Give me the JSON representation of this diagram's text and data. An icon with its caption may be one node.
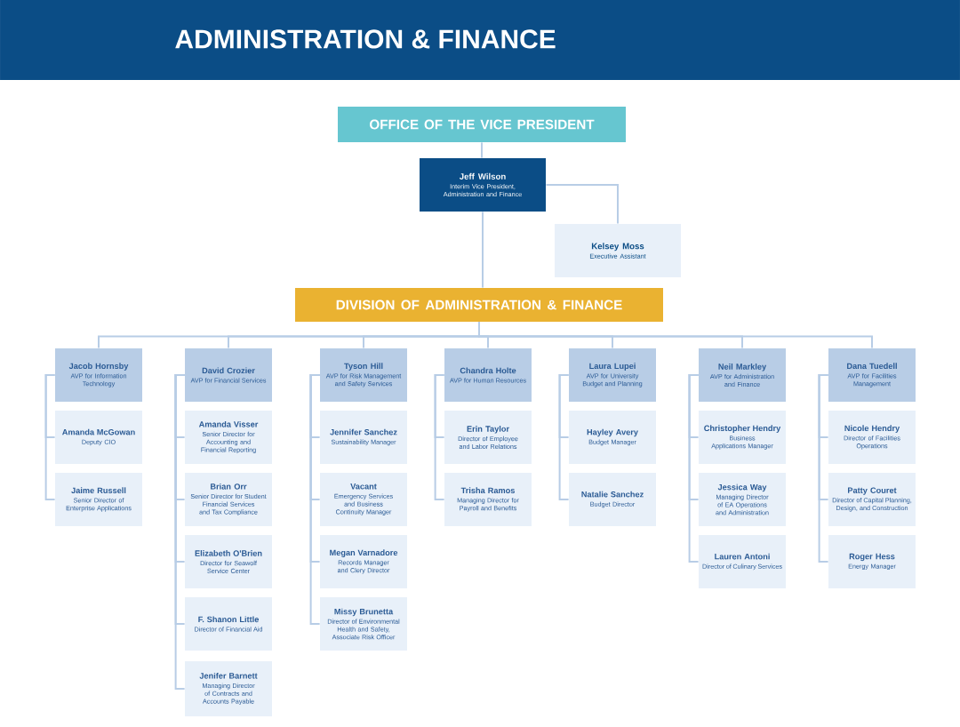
{
  "diagram": {
    "title": "ADMINISTRATION & FINANCE",
    "nodes": [
      {
        "text": [
          "OFFICE OF THE VICE PRESIDENT"
        ]
      },
      {
        "text": [
          "Jeff Wilson",
          "Interim Vice President, Administration and Finance"
        ]
      },
      {
        "text": [
          "Kelsey Moss",
          "Executive Assistant"
        ]
      },
      {
        "text": [
          "DIVISION OF ADMINISTRATION & FINANCE"
        ]
      },
      {
        "text": [
          "Jacob Hornsby",
          "AVP for Information Technology"
        ]
      },
      {
        "text": [
          "Amanda McGowan",
          "Deputy CIO"
        ]
      },
      {
        "text": [
          "Jaime Russell",
          "Senior Director of Enterprise Applications"
        ]
      },
      {
        "text": [
          "David Crozier",
          "AVP for Financial Services"
        ]
      },
      {
        "text": [
          "Amanda Visser",
          "Senior Director for Accounting and Financial Reporting"
        ]
      },
      {
        "text": [
          "Brian Orr",
          "Senior Director for Student Financial Services and Tax Compliance"
        ]
      },
      {
        "text": [
          "Elizabeth O'Brien",
          "Director for Seawolf Service Center"
        ]
      },
      {
        "text": [
          "F. Shanon Little",
          "Director of Financial Aid"
        ]
      },
      {
        "text": [
          "Jenifer Barnett",
          "Managing Director of Contracts and Accounts Payable"
        ]
      },
      {
        "text": [
          "Tyson Hill",
          "AVP for Risk Management and Safety Services"
        ]
      },
      {
        "text": [
          "Jennifer Sanchez",
          "Sustainability Manager"
        ]
      },
      {
        "text": [
          "Vacant",
          "Emergency Services and Business Continuity Manager"
        ]
      },
      {
        "text": [
          "Megan Varnadore",
          "Records Manager and Clery Director"
        ]
      },
      {
        "text": [
          "Missy Brunetta",
          "Director of Environmental Health and Safety, Associate Risk Officer"
        ]
      },
      {
        "text": [
          "Chandra Holte",
          "AVP for Human Resources"
        ]
      },
      {
        "text": [
          "Erin Taylor",
          "Director of Employee and Labor Relations"
        ]
      },
      {
        "text": [
          "Trisha Ramos",
          "Managing Director for Payroll and Benefits"
        ]
      },
      {
        "text": [
          "Laura Lupei",
          "AVP for University Budget and Planning"
        ]
      },
      {
        "text": [
          "Hayley Avery",
          "Budget Manager"
        ]
      },
      {
        "text": [
          "Natalie Sanchez",
          "Budget Director"
        ]
      },
      {
        "text": [
          "Neil Markley",
          "AVP for Administration and Finance"
        ]
      },
      {
        "text": [
          "Christopher Hendry",
          "Business Applications Manager"
        ]
      },
      {
        "text": [
          "Jessica Way",
          "Managing Director of EA Operations and Administration"
        ]
      },
      {
        "text": [
          "Lauren Antoni",
          "Director of Culinary Services"
        ]
      },
      {
        "text": [
          "Dana Tuedell",
          "AVP for Facilities Management"
        ]
      },
      {
        "text": [
          "Nicole Hendry",
          "Director of Facilities Operations"
        ]
      },
      {
        "text": [
          "Patty Couret",
          "Director of Capital Planning, Design, and Construction"
        ]
      },
      {
        "text": [
          "Roger Hess",
          "Energy Manager"
        ]
      }
    ],
    "edges": [
      {
        "from": 0,
        "to": 1,
        "arrow": "none"
      },
      {
        "from": 1,
        "to": 2,
        "arrow": "none"
      },
      {
        "from": 1,
        "to": 3,
        "arrow": "none"
      },
      {
        "from": 3,
        "to": 4,
        "arrow": "none"
      },
      {
        "from": 3,
        "to": 7,
        "arrow": "none"
      },
      {
        "from": 3,
        "to": 13,
        "arrow": "none"
      },
      {
        "from": 3,
        "to": 18,
        "arrow": "none"
      },
      {
        "from": 3,
        "to": 21,
        "arrow": "none"
      },
      {
        "from": 3,
        "to": 24,
        "arrow": "none"
      },
      {
        "from": 3,
        "to": 28,
        "arrow": "none"
      },
      {
        "from": 4,
        "to": 5,
        "arrow": "none"
      },
      {
        "from": 4,
        "to": 6,
        "arrow": "none"
      },
      {
        "from": 7,
        "to": 8,
        "arrow": "none"
      },
      {
        "from": 7,
        "to": 9,
        "arrow": "none"
      },
      {
        "from": 7,
        "to": 10,
        "arrow": "none"
      },
      {
        "from": 7,
        "to": 11,
        "arrow": "none"
      },
      {
        "from": 7,
        "to": 12,
        "arrow": "none"
      },
      {
        "from": 13,
        "to": 14,
        "arrow": "none"
      },
      {
        "from": 13,
        "to": 15,
        "arrow": "none"
      },
      {
        "from": 13,
        "to": 16,
        "arrow": "none"
      },
      {
        "from": 13,
        "to": 17,
        "arrow": "none"
      },
      {
        "from": 18,
        "to": 19,
        "arrow": "none"
      },
      {
        "from": 18,
        "to": 20,
        "arrow": "none"
      },
      {
        "from": 21,
        "to": 22,
        "arrow": "none"
      },
      {
        "from": 21,
        "to": 23,
        "arrow": "none"
      },
      {
        "from": 24,
        "to": 25,
        "arrow": "none"
      },
      {
        "from": 24,
        "to": 26,
        "arrow": "none"
      },
      {
        "from": 24,
        "to": 27,
        "arrow": "none"
      },
      {
        "from": 28,
        "to": 29,
        "arrow": "none"
      },
      {
        "from": 28,
        "to": 30,
        "arrow": "none"
      },
      {
        "from": 28,
        "to": 31,
        "arrow": "none"
      }
    ]
  }
}
